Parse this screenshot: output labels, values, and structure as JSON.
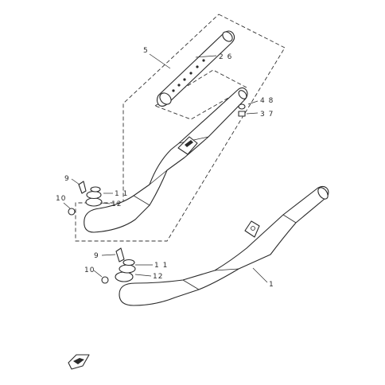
{
  "diagram": {
    "callouts": [
      {
        "id": "c5",
        "text": "5"
      },
      {
        "id": "c26",
        "text": "2 6"
      },
      {
        "id": "c48",
        "text": "4 8"
      },
      {
        "id": "c37",
        "text": "3 7"
      },
      {
        "id": "c9a",
        "text": "9"
      },
      {
        "id": "c11a",
        "text": "1 1"
      },
      {
        "id": "c12a",
        "text": "12"
      },
      {
        "id": "c10a",
        "text": "10"
      },
      {
        "id": "c1",
        "text": "1"
      },
      {
        "id": "c9b",
        "text": "9"
      },
      {
        "id": "c11b",
        "text": "1 1"
      },
      {
        "id": "c10b",
        "text": "10"
      },
      {
        "id": "c12b",
        "text": "12"
      }
    ]
  }
}
